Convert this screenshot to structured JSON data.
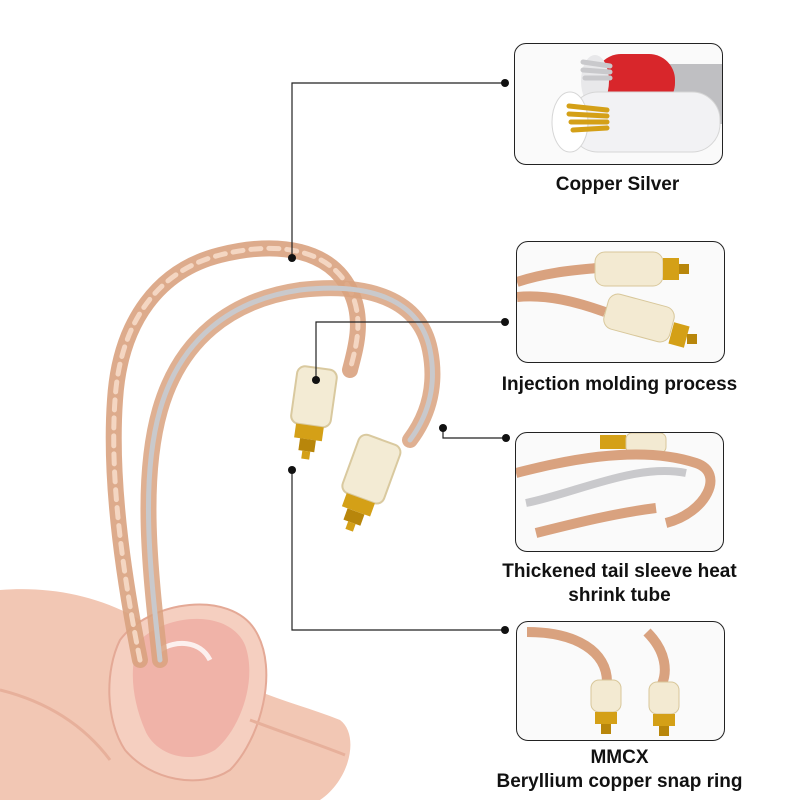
{
  "callouts": [
    {
      "id": "copper-silver",
      "lines": [
        "Copper Silver"
      ],
      "illustration": "cable-cross-section"
    },
    {
      "id": "injection-molding",
      "lines": [
        "Injection molding process"
      ],
      "illustration": "mmcx-connector-pair"
    },
    {
      "id": "heat-shrink",
      "lines": [
        "Thickened tail sleeve heat",
        "shrink tube"
      ],
      "illustration": "ear-hook-tail-sleeve"
    },
    {
      "id": "mmcx",
      "lines": [
        "MMCX",
        "Beryllium copper snap ring"
      ],
      "illustration": "mmcx-pins-closeup"
    }
  ],
  "colors": {
    "cable_copper": "#d9a27f",
    "cable_silver": "#c9c9cc",
    "connector_gold": "#d4a017",
    "connector_shell": "#f3ead2",
    "skin": "#f2c7b4",
    "nail": "#f0b3a8",
    "leader_line": "#222222",
    "insulation_red": "#d8262b"
  },
  "icons": [
    "finger-icon",
    "cable-icon",
    "connector-icon"
  ]
}
